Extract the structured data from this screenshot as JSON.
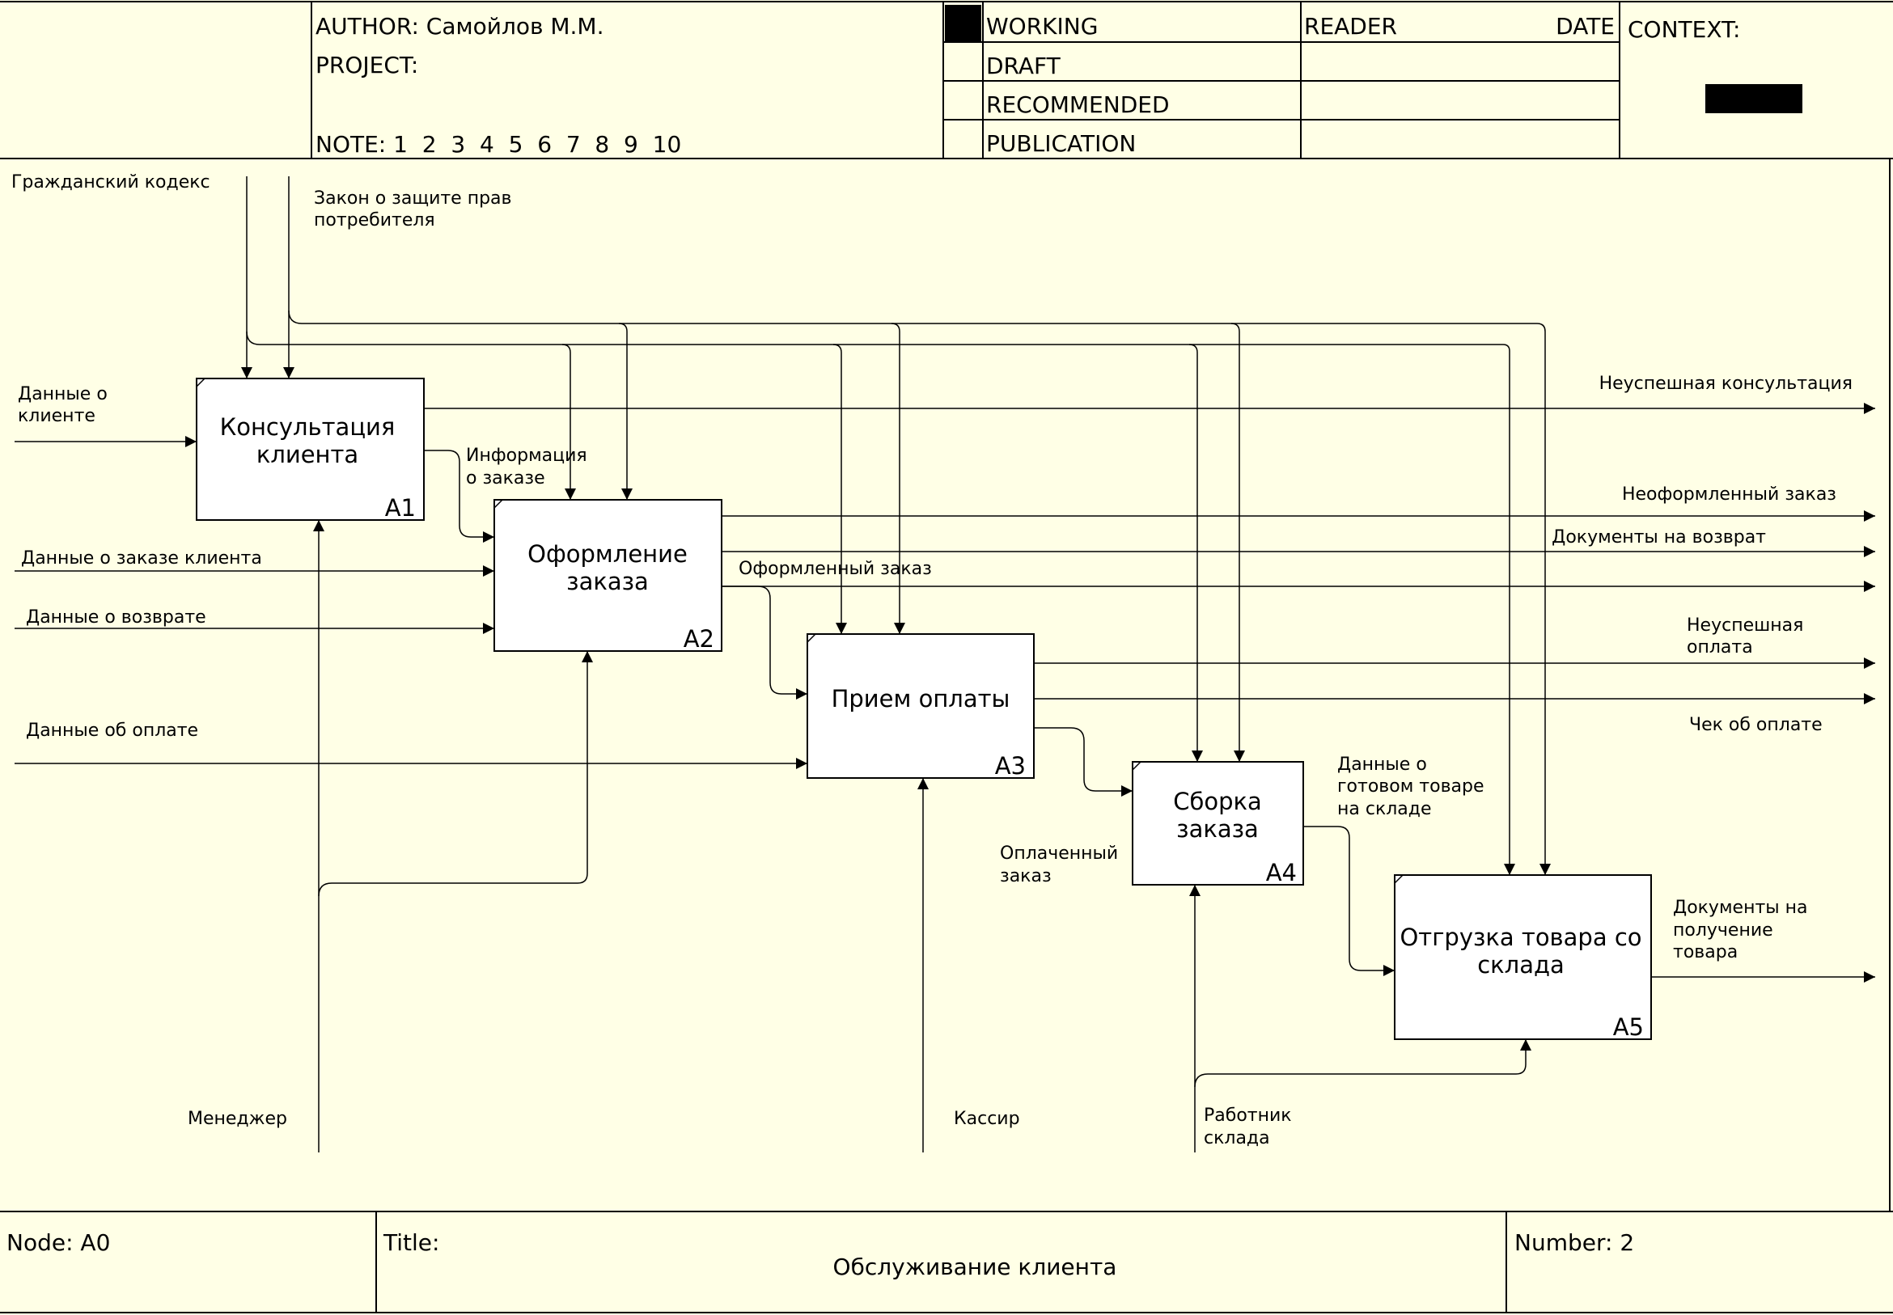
{
  "header": {
    "author_label": "AUTHOR:",
    "author_value": "Самойлов М.М.",
    "project_label": "PROJECT:",
    "project_value": "",
    "note_label": "NOTE:",
    "note_numbers": "1  2  3  4  5  6  7  8  9  10",
    "status_rows": [
      "WORKING",
      "DRAFT",
      "RECOMMENDED",
      "PUBLICATION"
    ],
    "status_selected": "WORKING",
    "reader_label": "READER",
    "date_label": "DATE",
    "context_label": "CONTEXT:"
  },
  "boxes": [
    {
      "id": "a1",
      "lines": [
        "Консультация",
        "клиента"
      ],
      "number": "A1"
    },
    {
      "id": "a2",
      "lines": [
        "Оформление",
        "заказа"
      ],
      "number": "A2"
    },
    {
      "id": "a3",
      "lines": [
        "Прием оплаты"
      ],
      "number": "A3"
    },
    {
      "id": "a4",
      "lines": [
        "Сборка",
        "заказа"
      ],
      "number": "A4"
    },
    {
      "id": "a5",
      "lines": [
        "Отгрузка товара со",
        "склада"
      ],
      "number": "A5"
    }
  ],
  "arrow_labels": {
    "civil_code": [
      "Гражданский кодекс"
    ],
    "consumer_law": [
      "Закон о защите прав",
      "потребителя"
    ],
    "client_data": [
      "Данные о",
      "клиенте"
    ],
    "order_info": [
      "Информация",
      "о заказе"
    ],
    "order_data": [
      "Данные о заказе клиента"
    ],
    "return_data": [
      "Данные о возврате"
    ],
    "payment_data": [
      "Данные об оплате"
    ],
    "placed_order": [
      "Оформленный заказ"
    ],
    "paid_order": [
      "Оплаченный",
      "заказ"
    ],
    "ready_goods": [
      "Данные о",
      "готовом товаре",
      "на складе"
    ],
    "failed_consult": [
      "Неуспешная консультация"
    ],
    "unplaced_order": [
      "Неоформленный заказ"
    ],
    "return_docs": [
      "Документы на возврат"
    ],
    "failed_payment": [
      "Неуспешная",
      "оплата"
    ],
    "receipt": [
      "Чек об оплате"
    ],
    "pickup_docs": [
      "Документы на",
      "получение",
      "товара"
    ],
    "manager": [
      "Менеджер"
    ],
    "cashier": [
      "Кассир"
    ],
    "warehouse_worker": [
      "Работник",
      "склада"
    ]
  },
  "footer": {
    "node_label": "Node:",
    "node_value": "A0",
    "title_label": "Title:",
    "title_value": "Обслуживание клиента",
    "number_label": "Number:",
    "number_value": "2"
  }
}
